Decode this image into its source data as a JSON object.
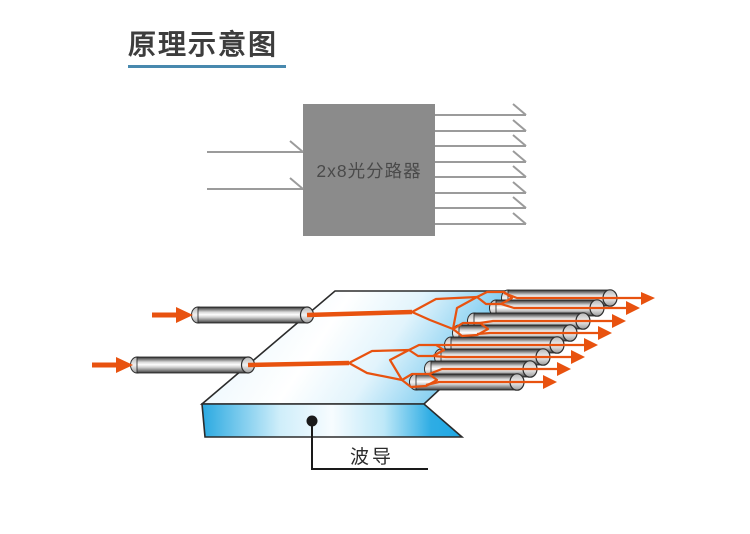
{
  "title": {
    "text": "原理示意图",
    "color": "#3d3d3d",
    "underline_color": "#4889ae"
  },
  "block_diagram": {
    "label": "2x8光分路器",
    "label_color": "#4a4a4a",
    "box_color": "#8b8b8b",
    "arrow_color": "#9b9b9b",
    "input_count": 2,
    "output_count": 8
  },
  "chip_diagram": {
    "label": "波导",
    "label_color": "#2b2b2b",
    "leader_color": "#1a1a1a",
    "trace_color": "#e8520f",
    "chip_edge_color": "#2b2b2b",
    "input_fiber_count": 2,
    "output_fiber_count": 8
  }
}
